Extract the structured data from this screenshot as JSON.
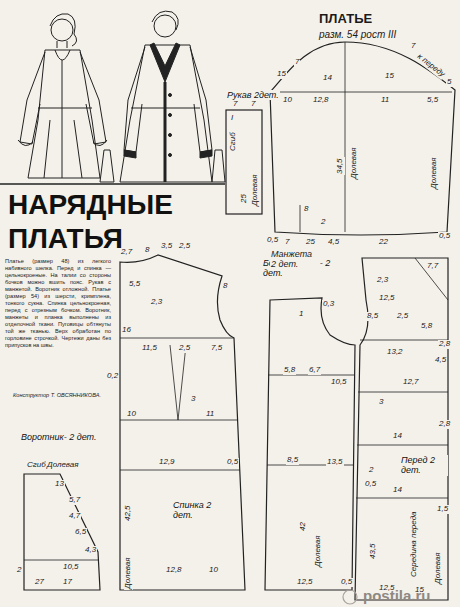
{
  "diagram": {
    "title": "НАРЯДНЫЕ ПЛАТЬЯ",
    "nodes": [
      {
        "text": [
          "Рукав 2дет."
        ]
      },
      {
        "text": [
          "Спинка 2 дет."
        ]
      },
      {
        "text": [
          "Воротник- 2 дет."
        ]
      },
      {
        "text": [
          "Бочок переда- 2 дет."
        ]
      },
      {
        "text": [
          "Перед 2 дет."
        ]
      }
    ],
    "labels": [
      "ПЛАТЬЕ",
      "разм. 54 рост III",
      "15",
      "7",
      "14",
      "15",
      "7",
      "к переду",
      "5",
      "10",
      "12,8",
      "11",
      "5,5",
      "34,5",
      "Долевая",
      "Долевая",
      "8",
      "2",
      "0,5",
      "7",
      "25",
      "4,5",
      "22",
      "0,5",
      "7",
      "7",
      "I",
      "Сгиб",
      "Долевая",
      "25",
      "Манжета 2 дет.",
      "Платье (размер 48) из легкого набивного шелка. Перед и спинка — цельнокроеные. На талии со стороны бочков можно вшить пояс. Рукав с манжетой. Воротник отложной. Платье (размер 54) из шерсти, кримплена, тонкого сукна. Спинка цельнокроеная, перед с отрезным бочком. Воротник, манжеты и планка выполнены из отделочной ткани. Пуговицы обтянуты той же тканью. Верх обработан по горловине строчкой. Чертежи даны без припусков на швы.",
      "Конструктор Т. ОВСЯННИКОВА.",
      "2,7",
      "8",
      "3,5",
      "2,5",
      "5,5",
      "8",
      "2,3",
      "16",
      "11,5",
      "2,5",
      "7,5",
      "0,2",
      "10",
      "3",
      "11",
      "12,9",
      "0,5",
      "42,5",
      "Долевая",
      "12,8",
      "10",
      "Сгиб",
      "Долевая",
      "13",
      "5,7",
      "4,7",
      "6,5",
      "4,3",
      "10,5",
      "2",
      "27",
      "17",
      "0,3",
      "1",
      "5,8",
      "6,7",
      "10,5",
      "8,5",
      "13,5",
      "42",
      "Долевая",
      "12,5",
      "0,5",
      "7,7",
      "2,3",
      "12,5",
      "8,5",
      "2,5",
      "5,8",
      "2,8",
      "13,2",
      "4,5",
      "12,7",
      "3",
      "14",
      "2,8",
      "2",
      "0,5",
      "14",
      "1,5",
      "43,5",
      "Середина переда",
      "Долевая",
      "12,5",
      "15",
      "postila.ru"
    ]
  }
}
